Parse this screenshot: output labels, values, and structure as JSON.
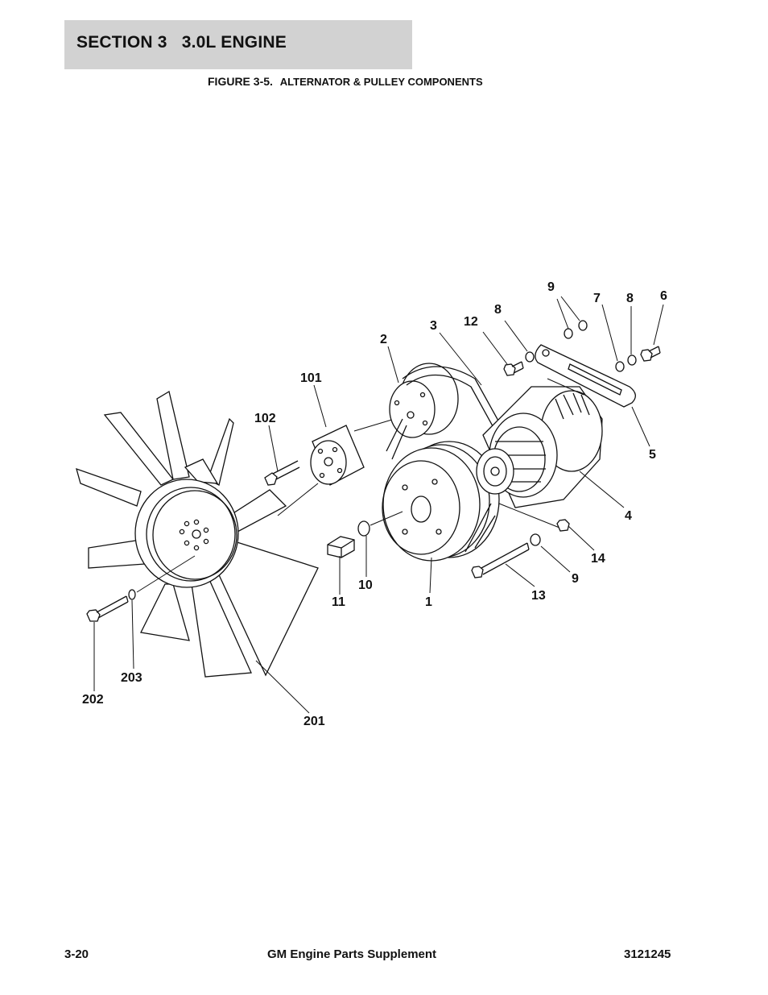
{
  "header": {
    "section_title": "SECTION 3   3.0L ENGINE",
    "figure_number": "FIGURE 3-5.",
    "figure_title": "ALTERNATOR & PULLEY COMPONENTS"
  },
  "callouts": {
    "c9_top": "9",
    "c7": "7",
    "c8_right": "8",
    "c6": "6",
    "c8_left": "8",
    "c12": "12",
    "c3": "3",
    "c2": "2",
    "c101": "101",
    "c102": "102",
    "c5": "5",
    "c4": "4",
    "c14": "14",
    "c9_low": "9",
    "c13": "13",
    "c10": "10",
    "c11": "11",
    "c1": "1",
    "c203": "203",
    "c202": "202",
    "c201": "201"
  },
  "footer": {
    "page_number": "3-20",
    "publication_title": "GM Engine Parts Supplement",
    "part_number": "3121245"
  }
}
